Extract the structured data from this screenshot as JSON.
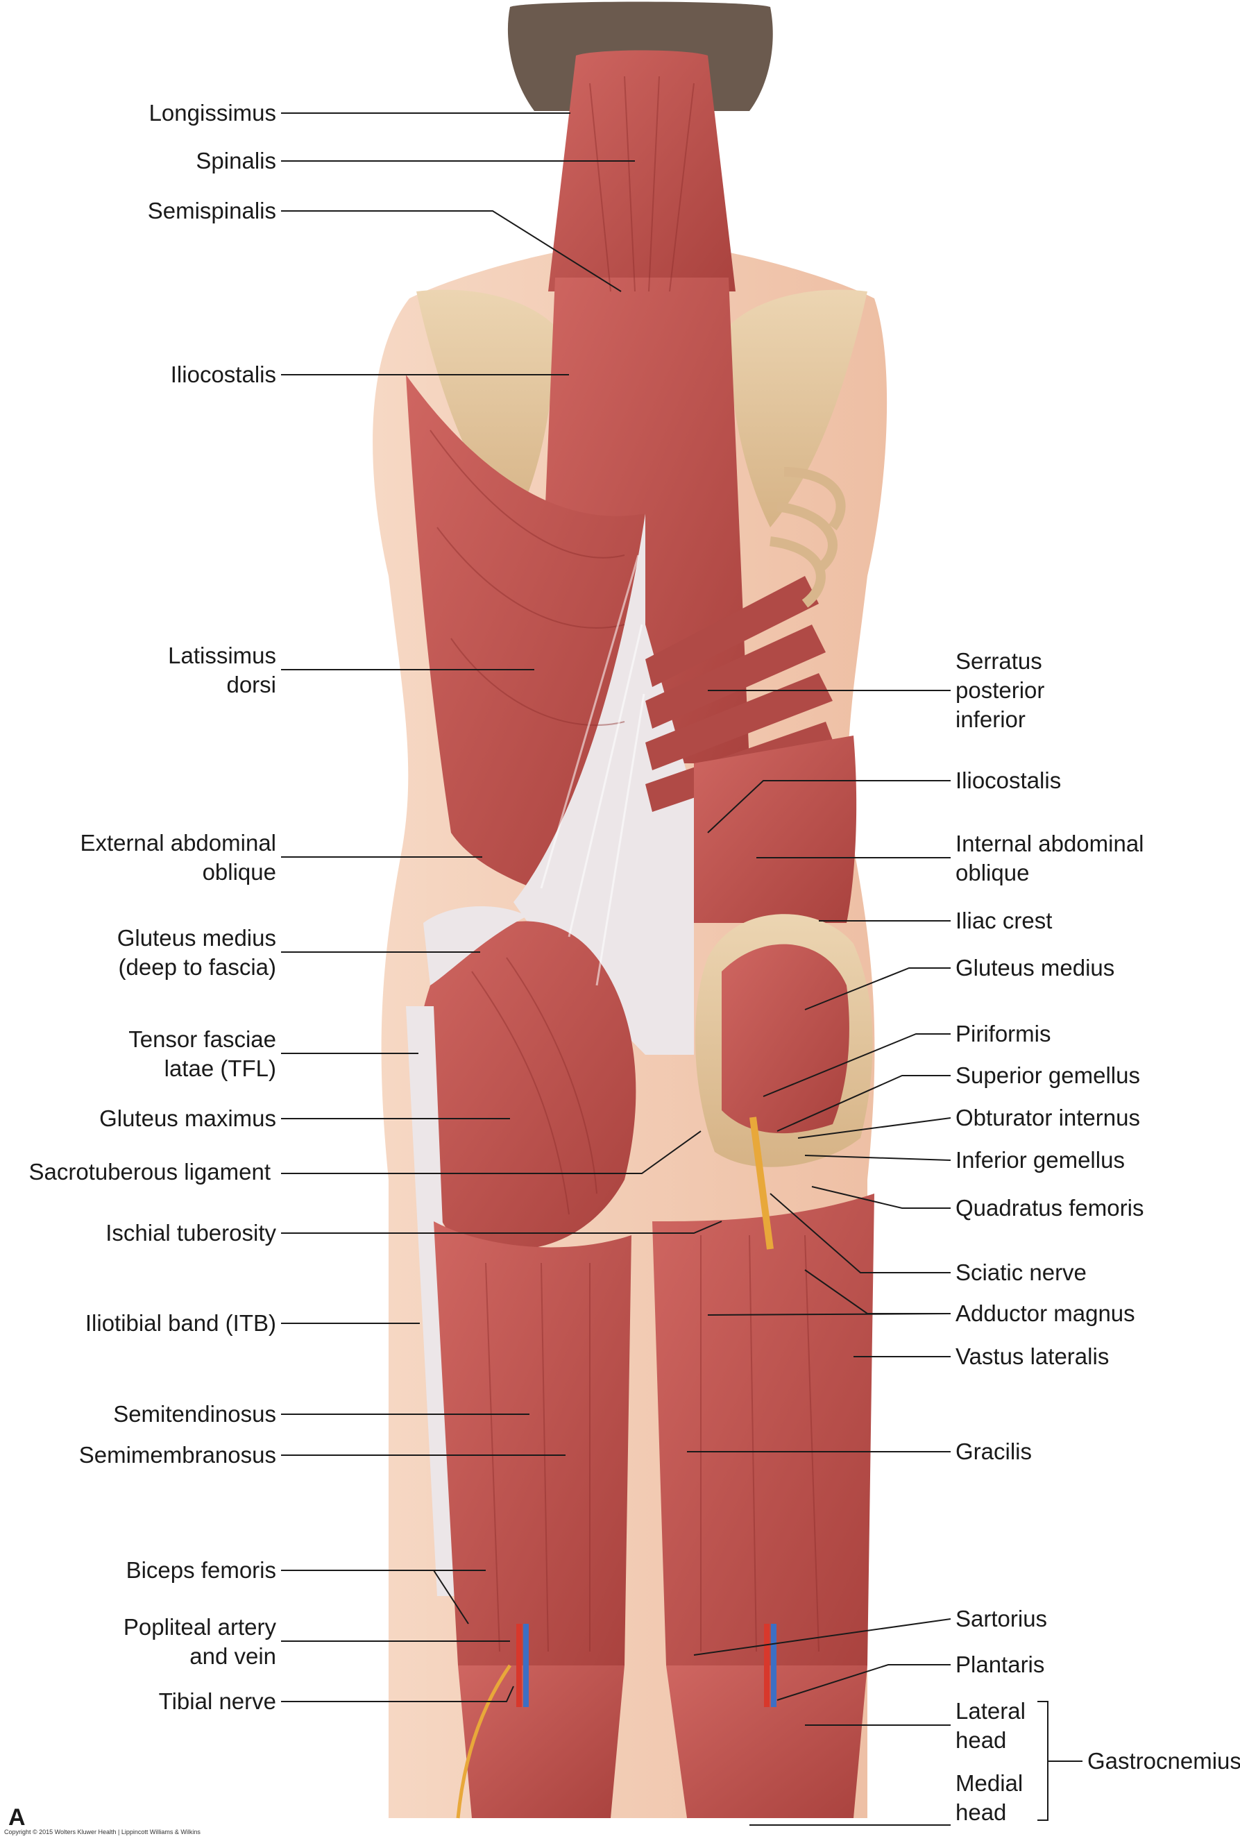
{
  "figure": {
    "panel_letter": "A",
    "copyright": "Copyright © 2015 Wolters Kluwer Health | Lippincott Williams & Wilkins"
  },
  "colors": {
    "muscle": "#c65a55",
    "muscle_dark": "#a8403d",
    "tendon": "#ece6e8",
    "bone": "#e2c7a0",
    "skin": "#f3cdb5",
    "nerve": "#e8a83a",
    "artery": "#d8382c",
    "vein": "#3d6fc4",
    "leader_line": "#1a1a1a"
  },
  "labels_left": {
    "longissimus": "Longissimus",
    "spinalis": "Spinalis",
    "semispinalis": "Semispinalis",
    "iliocostalis": "Iliocostalis",
    "latissimus_1": "Latissimus",
    "latissimus_2": "dorsi",
    "ext_oblique_1": "External abdominal",
    "ext_oblique_2": "oblique",
    "glut_med_1": "Gluteus medius",
    "glut_med_2": "(deep to fascia)",
    "tfl_1": "Tensor fasciae",
    "tfl_2": "latae (TFL)",
    "glut_max": "Gluteus maximus",
    "sacrotuberous": "Sacrotuberous ligament",
    "ischial": "Ischial tuberosity",
    "itb": "Iliotibial band (ITB)",
    "semitendinosus": "Semitendinosus",
    "semimembranosus": "Semimembranosus",
    "biceps": "Biceps femoris",
    "popliteal_1": "Popliteal artery",
    "popliteal_2": "and vein",
    "tibial": "Tibial nerve"
  },
  "labels_right": {
    "serratus_1": "Serratus",
    "serratus_2": "posterior",
    "serratus_3": "inferior",
    "iliocostalis": "Iliocostalis",
    "int_oblique_1": "Internal abdominal",
    "int_oblique_2": "oblique",
    "iliac": "Iliac crest",
    "glut_med": "Gluteus medius",
    "piriformis": "Piriformis",
    "sup_gemellus": "Superior gemellus",
    "obturator": "Obturator internus",
    "inf_gemellus": "Inferior gemellus",
    "quadratus": "Quadratus femoris",
    "sciatic": "Sciatic nerve",
    "adductor": "Adductor magnus",
    "vastus": "Vastus lateralis",
    "gracilis": "Gracilis",
    "sartorius": "Sartorius",
    "plantaris": "Plantaris",
    "lateral_1": "Lateral",
    "lateral_2": "head",
    "medial_1": "Medial",
    "medial_2": "head",
    "gastrocnemius": "Gastrocnemius"
  }
}
